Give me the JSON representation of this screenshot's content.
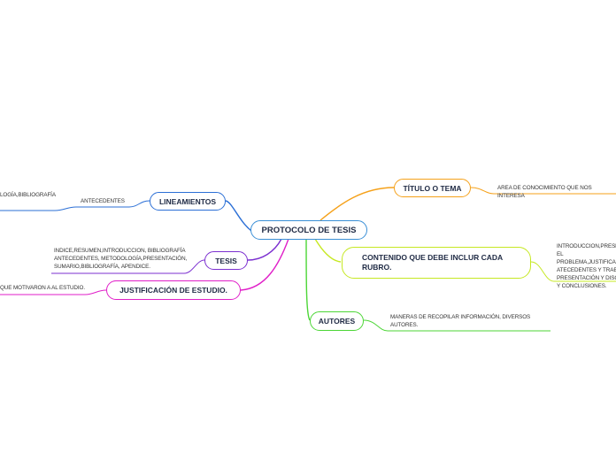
{
  "central": {
    "label": "PROTOCOLO DE TESIS"
  },
  "branches": {
    "titulo": {
      "label": "TÍTULO O TEMA",
      "color": "#f5a11a",
      "leaf": "AREA DE CONOCIMIENTO QUE NOS INTERESA"
    },
    "contenido": {
      "label_line1": "CONTENIDO QUE DEBE INCLUR CADA",
      "label_line2": "RUBRO.",
      "color": "#c6e822",
      "leaf_lines": [
        "INTRODUCCION,PRESEN",
        "EL PROBLEMA,JUSTIFICA",
        "ATECEDENTES Y TRABA",
        "PRESENTACIÓN Y DISCU",
        "Y CONCLUSIONES."
      ]
    },
    "autores": {
      "label": "AUTORES",
      "color": "#4cd636",
      "leaf_lines": [
        "MANERAS DE RECOPILAR INFORMACIÓN, DIVERSOS",
        "AUTORES."
      ]
    },
    "lineamientos": {
      "label": "LINEAMIENTOS",
      "color": "#2b6fd6",
      "leaf": "ANTECEDENTES",
      "subleaf": "LOGÍA,BIBLIOGRAFÍA"
    },
    "tesis": {
      "label": "TESIS",
      "color": "#7b2fd0",
      "leaf_lines": [
        "INDICE,RESUMEN,INTRODUCCION, BIBLIOGRAFÍA",
        "ANTECEDENTES, METODOLOGÍA,PRESENTACIÓN,",
        "SUMARIO,BIBLIOGRAFÍA, APENDICE."
      ]
    },
    "justificacion": {
      "label": "JUSTIFICACIÓN DE ESTUDIO.",
      "color": "#e01ec8",
      "leaf": "QUE MOTIVARON A AL ESTUDIO."
    }
  }
}
